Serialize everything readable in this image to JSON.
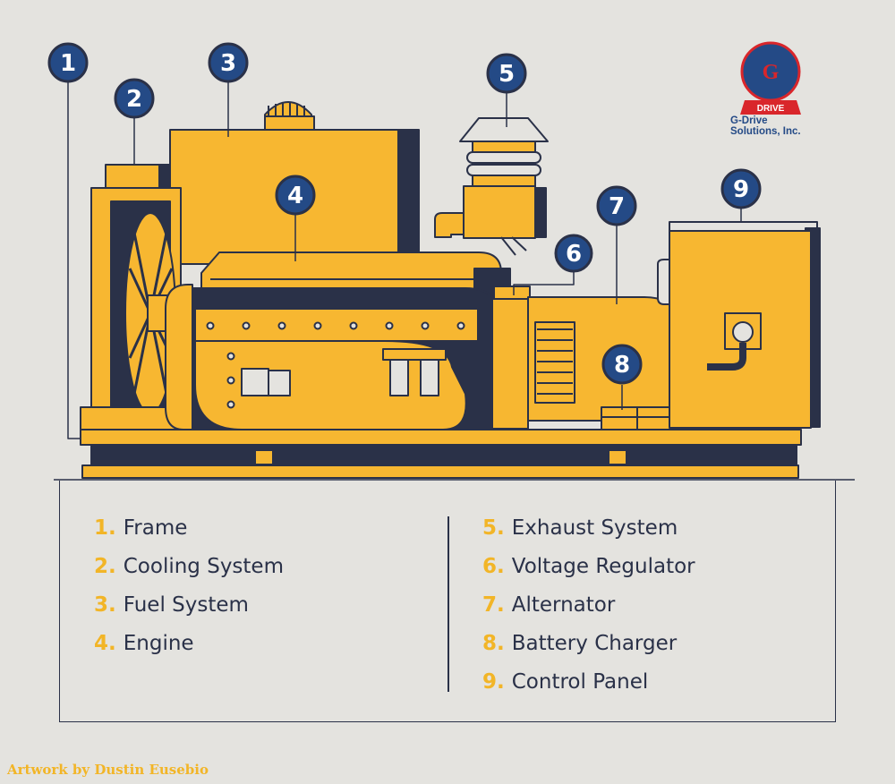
{
  "logo": {
    "letter": "G",
    "badge": "DRIVE",
    "name_line1": "G-Drive",
    "name_line2": "Solutions, Inc."
  },
  "callouts": [
    "1",
    "2",
    "3",
    "4",
    "5",
    "6",
    "7",
    "8",
    "9"
  ],
  "legend": {
    "left": [
      {
        "num": "1.",
        "label": "Frame"
      },
      {
        "num": "2.",
        "label": "Cooling System"
      },
      {
        "num": "3.",
        "label": "Fuel System"
      },
      {
        "num": "4.",
        "label": "Engine"
      }
    ],
    "right": [
      {
        "num": "5.",
        "label": "Exhaust System"
      },
      {
        "num": "6.",
        "label": "Voltage Regulator"
      },
      {
        "num": "7.",
        "label": "Alternator"
      },
      {
        "num": "8.",
        "label": "Battery Charger"
      },
      {
        "num": "9.",
        "label": "Control Panel"
      }
    ]
  },
  "credit": "Artwork by Dustin Eusebio",
  "colors": {
    "background": "#e4e3df",
    "yellow": "#f7b731",
    "navy": "#2a3148",
    "accent_number": "#f2b527",
    "logo_red": "#d9262b",
    "logo_blue": "#244a86"
  }
}
